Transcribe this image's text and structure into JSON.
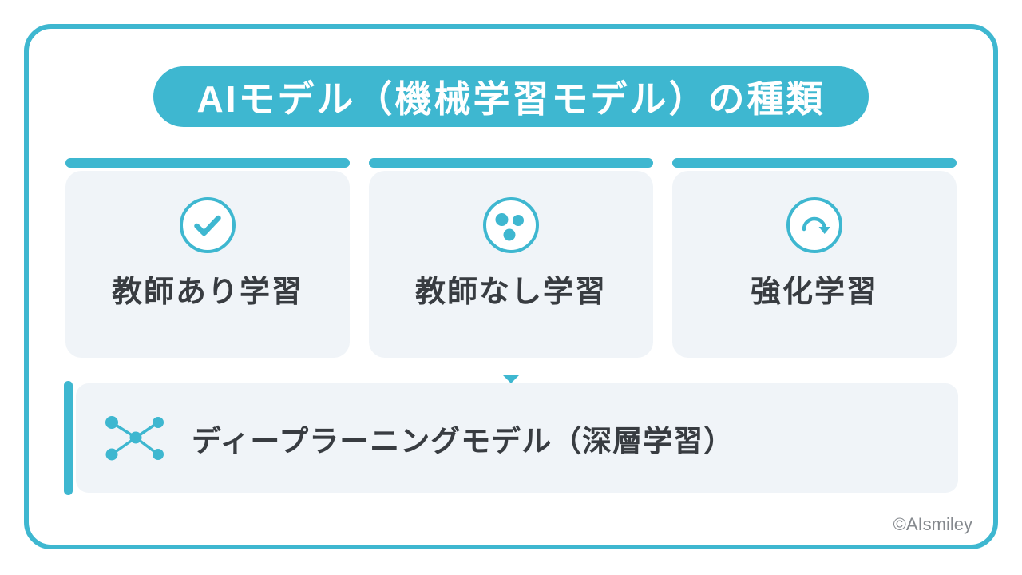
{
  "header": {
    "title": "AIモデル（機械学習モデル）の種類"
  },
  "cards": [
    {
      "id": "supervised-learning",
      "label": "教師あり学習",
      "icon": "check-circle-icon"
    },
    {
      "id": "unsupervised-learning",
      "label": "教師なし学習",
      "icon": "cluster-dots-circle-icon"
    },
    {
      "id": "reinforcement-learning",
      "label": "強化学習",
      "icon": "clockwise-arrow-circle-icon"
    }
  ],
  "connector": {
    "icon": "triangle-down-icon"
  },
  "bottom_panel": {
    "label": "ディープラーニングモデル（深層学習）",
    "icon": "network-nodes-icon"
  },
  "footer": {
    "copyright": "©AIsmiley"
  },
  "colors": {
    "accent": "#3EB7D0",
    "panel_bg": "#F0F4F8",
    "text_dark": "#383C41",
    "text_muted": "#85898E",
    "background": "#FFFFFF"
  }
}
